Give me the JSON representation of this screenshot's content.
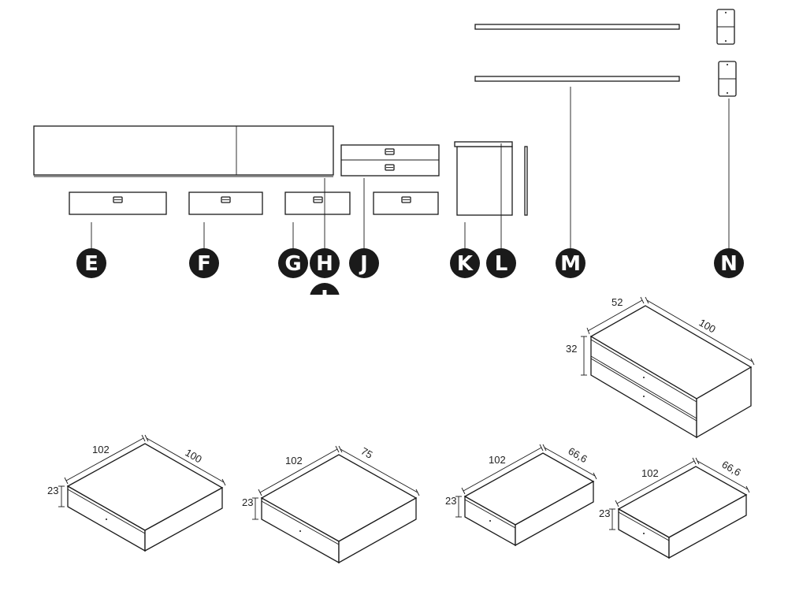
{
  "labels": {
    "e": "E",
    "f": "F",
    "g": "G",
    "h": "H",
    "i": "I",
    "j": "J",
    "k": "K",
    "l": "L",
    "m": "M",
    "n": "N"
  },
  "dimensions": {
    "large": {
      "depth": "52",
      "width": "100",
      "height": "32"
    },
    "box1": {
      "depth": "102",
      "width": "100",
      "height": "23"
    },
    "box2": {
      "depth": "102",
      "width": "75",
      "height": "23"
    },
    "box3": {
      "depth": "102",
      "width": "66,6",
      "height": "23"
    },
    "box4": {
      "depth": "102",
      "width": "66,6",
      "height": "23"
    }
  },
  "colors": {
    "badge": "#1a1a1a",
    "line": "#1a1a1a",
    "background": "#ffffff"
  }
}
